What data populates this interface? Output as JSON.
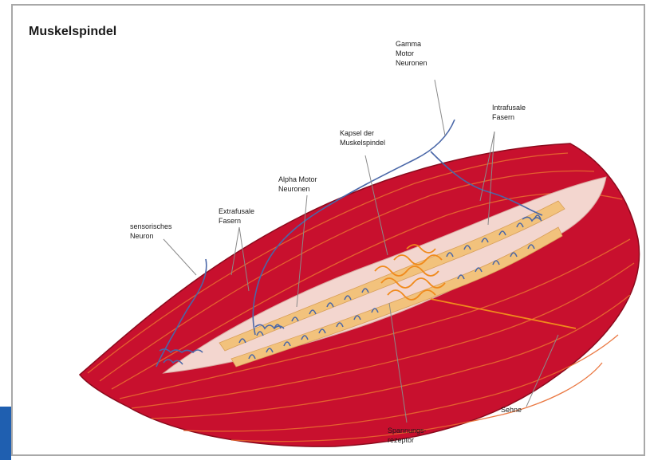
{
  "title": "Muskelspindel",
  "labels": {
    "gamma": [
      "Gamma",
      "Motor",
      "Neuronen"
    ],
    "intrafusale": [
      "Intrafusale",
      "Fasern"
    ],
    "kapsel": [
      "Kapsel der",
      "Muskelspindel"
    ],
    "alpha": [
      "Alpha Motor",
      "Neuronen"
    ],
    "extrafusale": [
      "Extrafusale",
      "Fasern"
    ],
    "sensorisches": [
      "sensorisches",
      "Neuron"
    ],
    "sehne": [
      "Sehne"
    ],
    "spannungs": [
      "Spannungs-",
      "rezeptor"
    ]
  },
  "colors": {
    "muscle": "#c8102e",
    "muscle_stripe": "#e86a2e",
    "capsule": "#f3d6cf",
    "fiber": "#f2c27c",
    "neuron": "#4a67a8",
    "receptor": "#f08a1c",
    "leader": "#8a8a8a",
    "side_tab": "#1f5fb0"
  }
}
